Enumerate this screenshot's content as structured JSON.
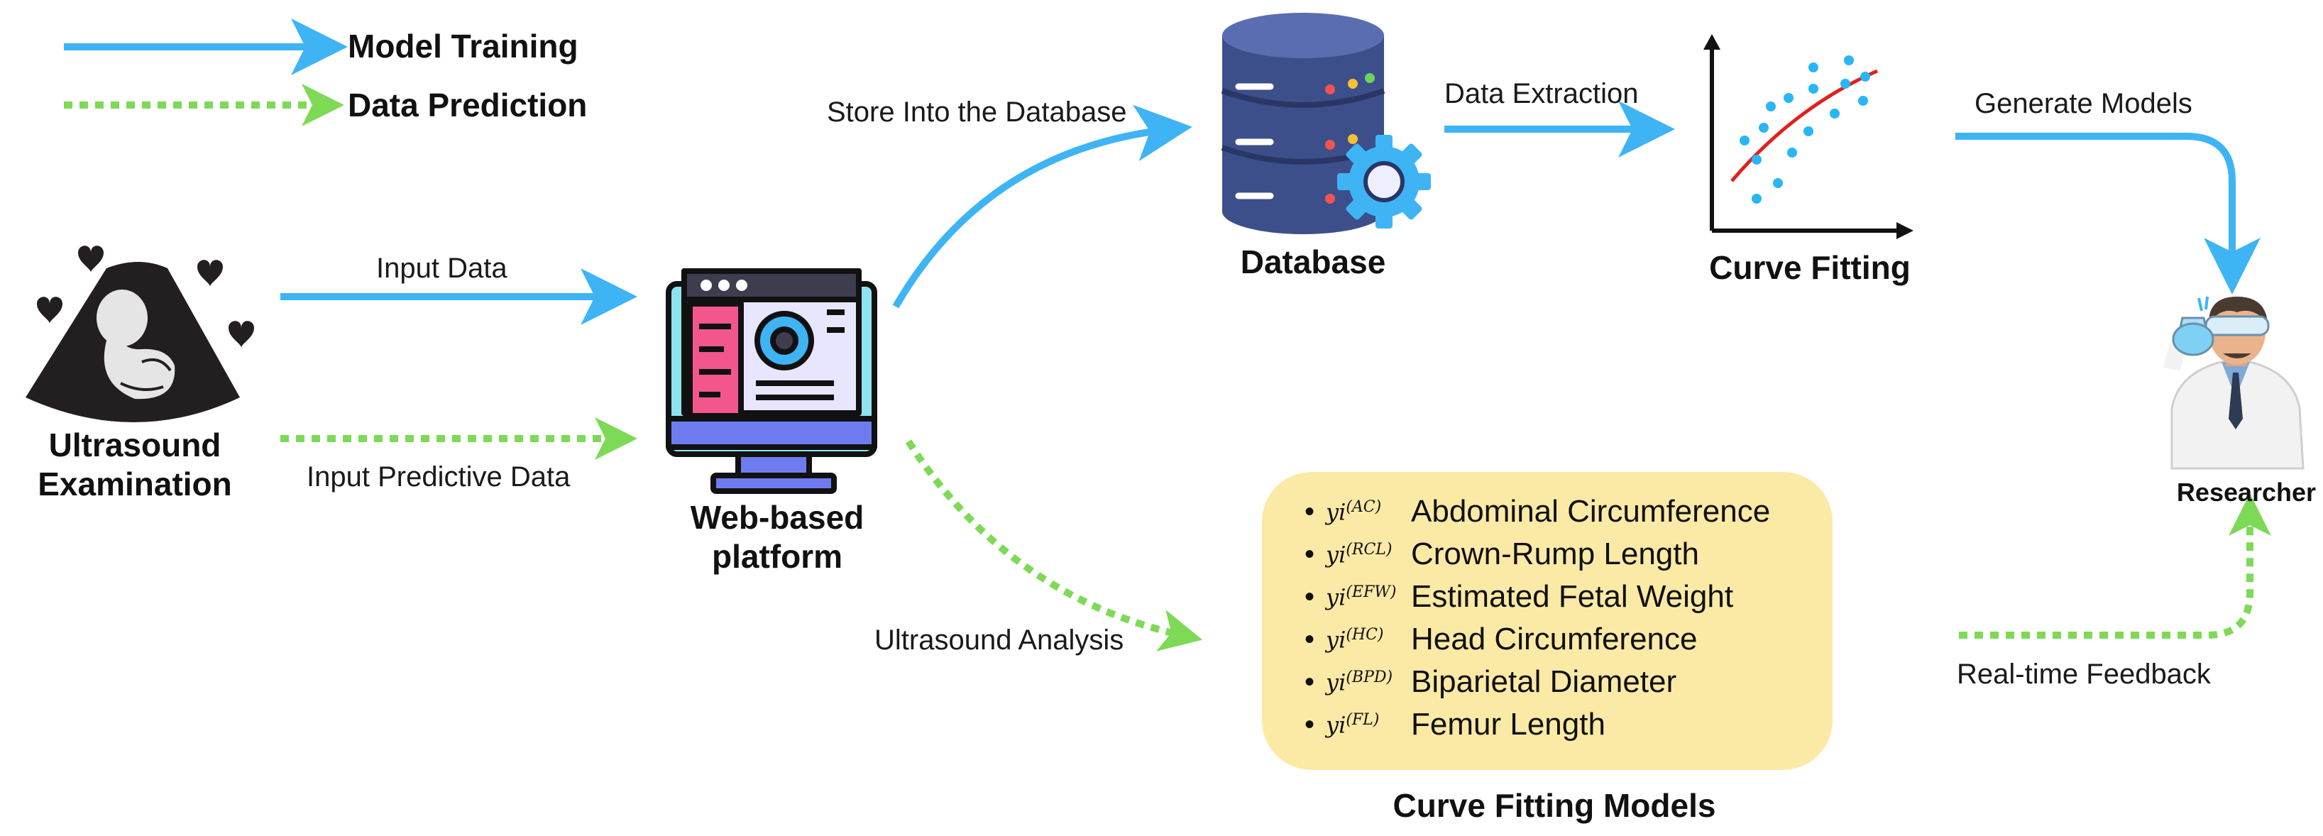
{
  "legend": {
    "model_training": "Model Training",
    "data_prediction": "Data Prediction",
    "model_training_color": "#3eb4f5",
    "data_prediction_color": "#7ed957"
  },
  "nodes": {
    "ultrasound": [
      "Ultrasound",
      "Examination"
    ],
    "platform": [
      "Web-based",
      "platform"
    ],
    "database": "Database",
    "curve_fitting": "Curve Fitting",
    "researcher": "Researcher",
    "models_title": "Curve Fitting Models"
  },
  "edges": {
    "input_data": "Input Data",
    "input_predictive": "Input Predictive Data",
    "store_db": "Store Into the Database",
    "data_extraction": "Data Extraction",
    "generate_models": "Generate Models",
    "ultrasound_analysis": "Ultrasound Analysis",
    "realtime_feedback": "Real-time Feedback"
  },
  "models": [
    {
      "symbol": "yi",
      "sup": "(AC)",
      "name": "Abdominal Circumference"
    },
    {
      "symbol": "yi",
      "sup": "(RCL)",
      "name": "Crown-Rump Length"
    },
    {
      "symbol": "yi",
      "sup": "(EFW)",
      "name": "Estimated Fetal Weight"
    },
    {
      "symbol": "yi",
      "sup": "(HC)",
      "name": "Head Circumference"
    },
    {
      "symbol": "yi",
      "sup": "(BPD)",
      "name": "Biparietal Diameter"
    },
    {
      "symbol": "yi",
      "sup": "(FL)",
      "name": "Femur Length"
    }
  ],
  "icons": [
    "ultrasound-scan-icon",
    "web-platform-icon",
    "database-icon",
    "curve-chart-icon",
    "researcher-icon"
  ]
}
